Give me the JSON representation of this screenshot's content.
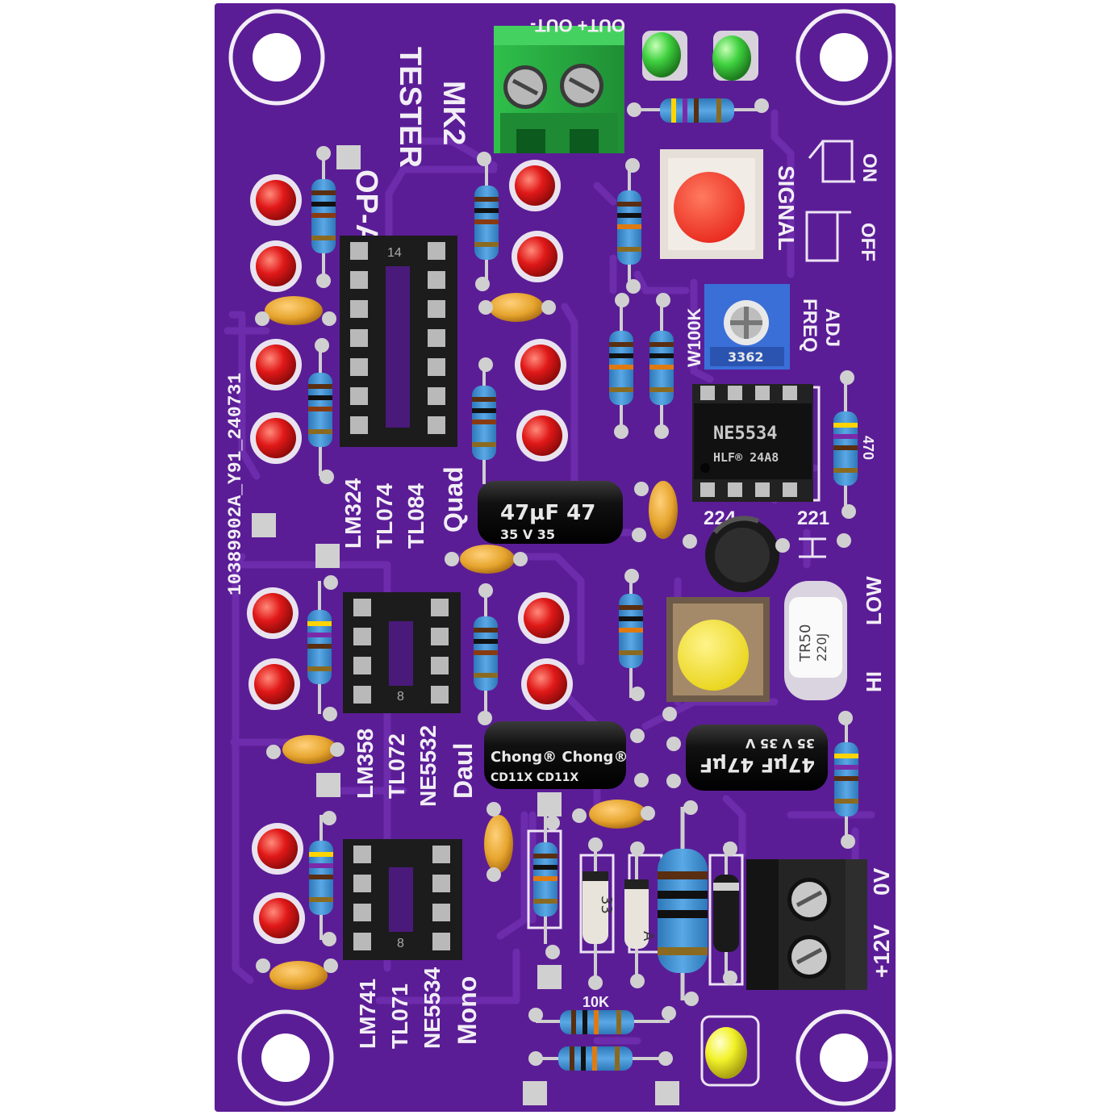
{
  "board": {
    "title_line1": "OP-AMP",
    "title_line2": "TESTER",
    "title_line3": "MK2",
    "serial": "10389902A_Y91_240731",
    "out_label": "OUT+ OUT-",
    "signal_label": "SIGNAL",
    "on_label": "ON",
    "off_label": "OFF",
    "freq_label": "FREQ",
    "adj_label": "ADJ",
    "hi_label": "HI",
    "low_label": "LOW",
    "supply_12v": "+12V",
    "supply_0v": "0V",
    "cap_224": "224",
    "cap_221": "221",
    "res_10k": "10K",
    "res_470": "470"
  },
  "sections": {
    "quad": {
      "chips": [
        "LM324",
        "TL074",
        "TL084"
      ],
      "label": "Quad",
      "pin_label": "14"
    },
    "dual": {
      "chips": [
        "LM358",
        "TL072",
        "NE5532"
      ],
      "label": "Daul",
      "pin_label": "8"
    },
    "mono": {
      "chips": [
        "LM741",
        "TL071",
        "NE5534"
      ],
      "label": "Mono",
      "pin_label": "8"
    }
  },
  "components": {
    "ic_main": {
      "line1": "NE5534",
      "line2": "HLF® 24A8"
    },
    "trimpot": {
      "code": "3362",
      "value": "W100K"
    },
    "electrolytic_caps": [
      {
        "value": "47µF 47",
        "voltage": "35 V  35"
      },
      {
        "brand": "Chong® Chong®",
        "series": "CD11X  CD11X"
      },
      {
        "value": "47µF 47µF",
        "voltage": "35 V  35 V"
      }
    ],
    "diode_labels": [
      "33",
      "A"
    ],
    "thermistor": {
      "line1": "TR50",
      "line2": "220J"
    }
  },
  "colors": {
    "pcb": "#5b1d96",
    "pcb_trace": "#6a2aa8",
    "silkscreen": "#f2eef6",
    "led_red": "#e01818",
    "led_green": "#3fd13f",
    "led_yellow": "#f2f22a",
    "terminal_green": "#2fbf4a",
    "button_red": "#f23a2a",
    "button_yellow": "#f5e62a",
    "trimpot_blue": "#3a6fd8",
    "ceramic_cap": "#e6a52e"
  }
}
